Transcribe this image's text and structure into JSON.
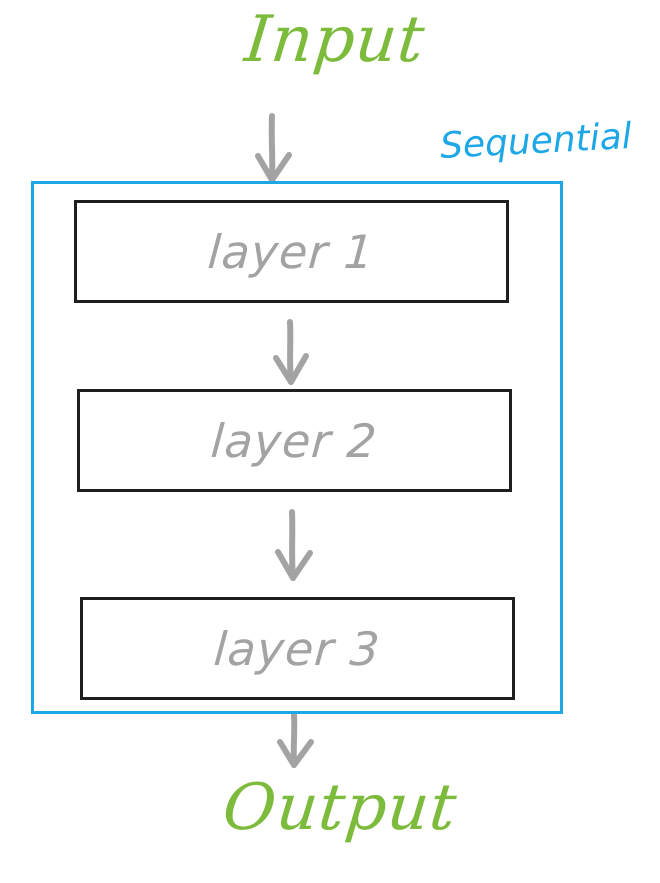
{
  "diagram": {
    "input_label": "Input",
    "output_label": "Output",
    "container_label": "Sequential",
    "layers": [
      {
        "label": "layer 1"
      },
      {
        "label": "layer 2"
      },
      {
        "label": "layer 3"
      }
    ]
  },
  "colors": {
    "io_text": "#7dbb3c",
    "container_border": "#1ea7e6",
    "layer_border": "#1f1f1f",
    "layer_text": "#a3a3a3",
    "arrow": "#a3a3a3"
  },
  "icons": {
    "flow_arrow": "arrow-down-icon"
  }
}
